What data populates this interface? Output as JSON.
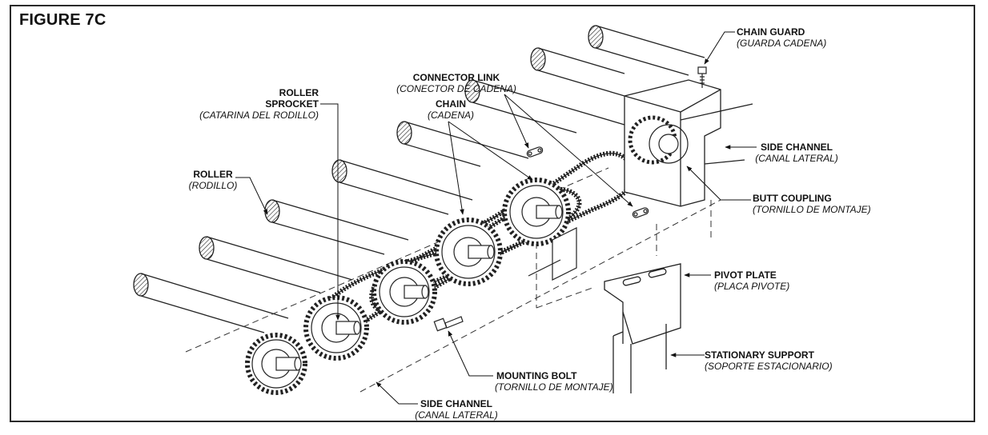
{
  "figure": {
    "title": "FIGURE 7C"
  },
  "labels": {
    "chain_guard": {
      "en": "CHAIN GUARD",
      "es": "(GUARDA CADENA)"
    },
    "connector_link": {
      "en": "CONNECTOR LINK",
      "es": "(CONECTOR DE CADENA)"
    },
    "chain": {
      "en": "CHAIN",
      "es": "(CADENA)"
    },
    "roller_sprocket": {
      "en1": "ROLLER",
      "en2": "SPROCKET",
      "es": "(CATARINA DEL RODILLO)"
    },
    "roller": {
      "en": "ROLLER",
      "es": "(RODILLO)"
    },
    "side_channel_right": {
      "en": "SIDE CHANNEL",
      "es": "(CANAL LATERAL)"
    },
    "butt_coupling": {
      "en": "BUTT COUPLING",
      "es": "(TORNILLO DE MONTAJE)"
    },
    "pivot_plate": {
      "en": "PIVOT PLATE",
      "es": "(PLACA PIVOTE)"
    },
    "stationary_support": {
      "en": "STATIONARY SUPPORT",
      "es": "(SOPORTE ESTACIONARIO)"
    },
    "mounting_bolt": {
      "en": "MOUNTING BOLT",
      "es": "(TORNILLO DE MONTAJE)"
    },
    "side_channel_bottom": {
      "en": "SIDE CHANNEL",
      "es": "(CANAL LATERAL)"
    }
  }
}
